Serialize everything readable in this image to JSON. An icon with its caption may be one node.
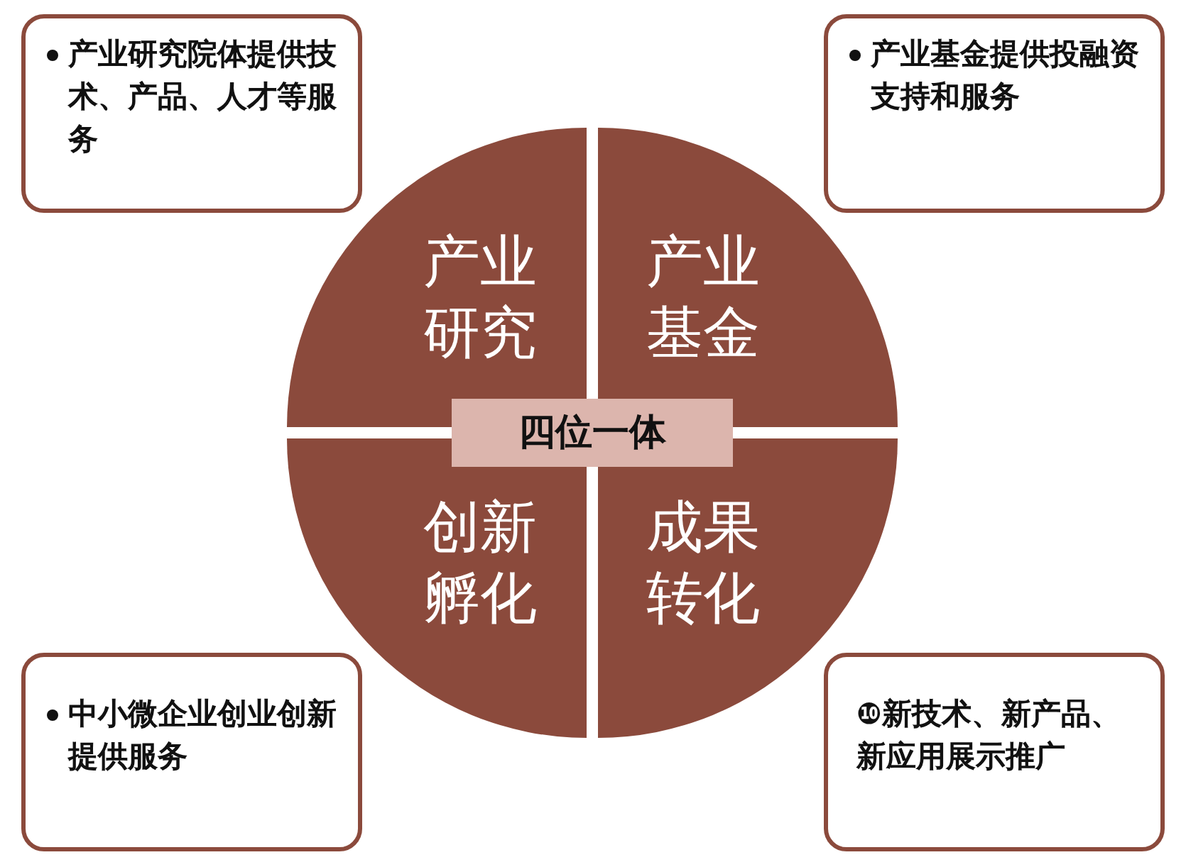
{
  "diagram": {
    "nodes": [
      {
        "text": [
          "产业研究"
        ]
      },
      {
        "text": [
          "产业基金"
        ]
      },
      {
        "text": [
          "创新孵化"
        ]
      },
      {
        "text": [
          "成果转化"
        ]
      },
      {
        "text": [
          "四位一体"
        ]
      },
      {
        "text": [
          "产业研究院体提供技术、产品、人才等服务"
        ]
      },
      {
        "text": [
          "产业基金提供投融资支持和服务"
        ]
      },
      {
        "text": [
          "中小微企业创业创新提供服务"
        ]
      },
      {
        "text": [
          "❿新技术、新产品、新应用展示推广"
        ]
      }
    ]
  }
}
